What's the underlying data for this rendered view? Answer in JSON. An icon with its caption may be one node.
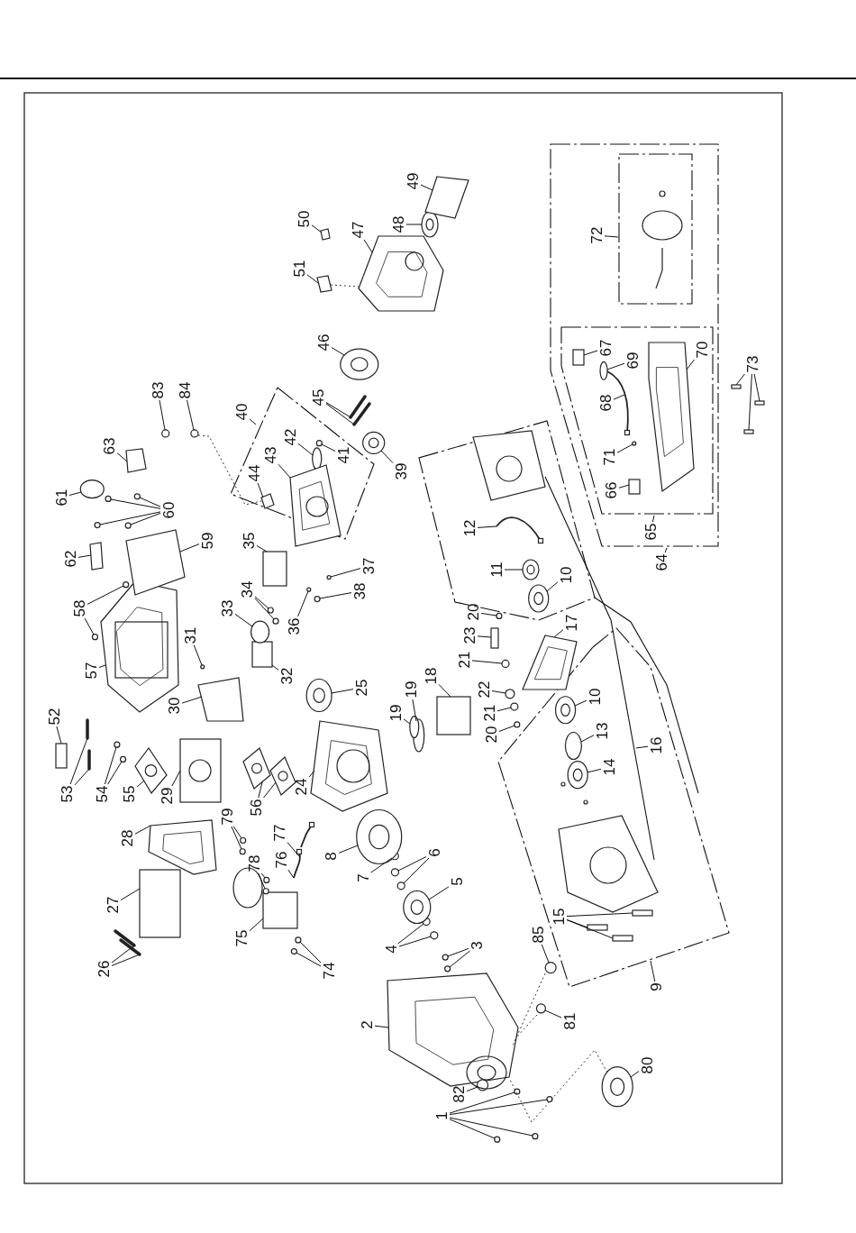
{
  "diagram": {
    "nodes": [
      {
        "text": [
          "1"
        ]
      },
      {
        "text": [
          "2"
        ]
      },
      {
        "text": [
          "3"
        ]
      },
      {
        "text": [
          "4"
        ]
      },
      {
        "text": [
          "5"
        ]
      },
      {
        "text": [
          "6"
        ]
      },
      {
        "text": [
          "7"
        ]
      },
      {
        "text": [
          "8"
        ]
      },
      {
        "text": [
          "9"
        ]
      },
      {
        "text": [
          "10"
        ]
      },
      {
        "text": [
          "10"
        ]
      },
      {
        "text": [
          "11"
        ]
      },
      {
        "text": [
          "12"
        ]
      },
      {
        "text": [
          "13"
        ]
      },
      {
        "text": [
          "14"
        ]
      },
      {
        "text": [
          "15"
        ]
      },
      {
        "text": [
          "16"
        ]
      },
      {
        "text": [
          "17"
        ]
      },
      {
        "text": [
          "18"
        ]
      },
      {
        "text": [
          "19"
        ]
      },
      {
        "text": [
          "19"
        ]
      },
      {
        "text": [
          "20"
        ]
      },
      {
        "text": [
          "20"
        ]
      },
      {
        "text": [
          "21"
        ]
      },
      {
        "text": [
          "21"
        ]
      },
      {
        "text": [
          "22"
        ]
      },
      {
        "text": [
          "23"
        ]
      },
      {
        "text": [
          "24"
        ]
      },
      {
        "text": [
          "25"
        ]
      },
      {
        "text": [
          "26"
        ]
      },
      {
        "text": [
          "27"
        ]
      },
      {
        "text": [
          "28"
        ]
      },
      {
        "text": [
          "29"
        ]
      },
      {
        "text": [
          "30"
        ]
      },
      {
        "text": [
          "31"
        ]
      },
      {
        "text": [
          "32"
        ]
      },
      {
        "text": [
          "33"
        ]
      },
      {
        "text": [
          "34"
        ]
      },
      {
        "text": [
          "35"
        ]
      },
      {
        "text": [
          "36"
        ]
      },
      {
        "text": [
          "37"
        ]
      },
      {
        "text": [
          "38"
        ]
      },
      {
        "text": [
          "39"
        ]
      },
      {
        "text": [
          "40"
        ]
      },
      {
        "text": [
          "41"
        ]
      },
      {
        "text": [
          "42"
        ]
      },
      {
        "text": [
          "43"
        ]
      },
      {
        "text": [
          "44"
        ]
      },
      {
        "text": [
          "45"
        ]
      },
      {
        "text": [
          "46"
        ]
      },
      {
        "text": [
          "47"
        ]
      },
      {
        "text": [
          "48"
        ]
      },
      {
        "text": [
          "49"
        ]
      },
      {
        "text": [
          "50"
        ]
      },
      {
        "text": [
          "51"
        ]
      },
      {
        "text": [
          "52"
        ]
      },
      {
        "text": [
          "53"
        ]
      },
      {
        "text": [
          "54"
        ]
      },
      {
        "text": [
          "55"
        ]
      },
      {
        "text": [
          "56"
        ]
      },
      {
        "text": [
          "57"
        ]
      },
      {
        "text": [
          "58"
        ]
      },
      {
        "text": [
          "59"
        ]
      },
      {
        "text": [
          "60"
        ]
      },
      {
        "text": [
          "61"
        ]
      },
      {
        "text": [
          "62"
        ]
      },
      {
        "text": [
          "63"
        ]
      },
      {
        "text": [
          "64"
        ]
      },
      {
        "text": [
          "65"
        ]
      },
      {
        "text": [
          "66"
        ]
      },
      {
        "text": [
          "67"
        ]
      },
      {
        "text": [
          "68"
        ]
      },
      {
        "text": [
          "69"
        ]
      },
      {
        "text": [
          "70"
        ]
      },
      {
        "text": [
          "71"
        ]
      },
      {
        "text": [
          "72"
        ]
      },
      {
        "text": [
          "73"
        ]
      },
      {
        "text": [
          "74"
        ]
      },
      {
        "text": [
          "75"
        ]
      },
      {
        "text": [
          "76"
        ]
      },
      {
        "text": [
          "77"
        ]
      },
      {
        "text": [
          "78"
        ]
      },
      {
        "text": [
          "79"
        ]
      },
      {
        "text": [
          "80"
        ]
      },
      {
        "text": [
          "81"
        ]
      },
      {
        "text": [
          "82"
        ]
      },
      {
        "text": [
          "83"
        ]
      },
      {
        "text": [
          "84"
        ]
      },
      {
        "text": [
          "85"
        ]
      },
      {
        "text": [],
        "shape": "circle"
      },
      {
        "text": [],
        "shape": "circle"
      },
      {
        "text": [],
        "shape": "circle"
      },
      {
        "text": [],
        "shape": "circle"
      },
      {
        "text": [],
        "shape": "picture"
      },
      {
        "text": [],
        "shape": "circle"
      },
      {
        "text": [],
        "shape": "circle"
      },
      {
        "text": [],
        "shape": "circle"
      },
      {
        "text": [],
        "shape": "circle"
      },
      {
        "text": [],
        "shape": "circle"
      },
      {
        "text": [],
        "shape": "circle"
      },
      {
        "text": [],
        "shape": "circle"
      },
      {
        "text": [],
        "shape": "circle"
      },
      {
        "text": [],
        "shape": "circle"
      },
      {
        "text": [],
        "shape": "circle"
      },
      {
        "text": [],
        "shape": "circle"
      },
      {
        "text": [],
        "shape": "circle"
      },
      {
        "text": [],
        "shape": "picture"
      },
      {
        "text": [],
        "shape": "circle"
      },
      {
        "text": [],
        "shape": "circle"
      },
      {
        "text": [],
        "shape": "box"
      },
      {
        "text": [],
        "shape": "box"
      },
      {
        "text": [],
        "shape": "box"
      },
      {
        "text": [],
        "shape": "picture"
      },
      {
        "text": [],
        "shape": "box"
      },
      {
        "text": [],
        "shape": "circle"
      },
      {
        "text": [],
        "shape": "circle"
      },
      {
        "text": [],
        "shape": "circle"
      },
      {
        "text": [],
        "shape": "circle"
      },
      {
        "text": [],
        "shape": "circle"
      },
      {
        "text": [],
        "shape": "circle"
      },
      {
        "text": [],
        "shape": "circle"
      },
      {
        "text": [],
        "shape": "box"
      },
      {
        "text": [],
        "shape": "picture"
      },
      {
        "text": [],
        "shape": "circle"
      },
      {
        "text": [],
        "shape": "bar"
      },
      {
        "text": [],
        "shape": "bar"
      },
      {
        "text": [],
        "shape": "box"
      },
      {
        "text": [],
        "shape": "picture"
      },
      {
        "text": [],
        "shape": "box"
      },
      {
        "text": [],
        "shape": "box"
      },
      {
        "text": [],
        "shape": "circle"
      },
      {
        "text": [],
        "shape": "box"
      },
      {
        "text": [],
        "shape": "circle"
      },
      {
        "text": [],
        "shape": "circle"
      },
      {
        "text": [],
        "shape": "circle"
      },
      {
        "text": [],
        "shape": "box"
      },
      {
        "text": [],
        "shape": "circle"
      },
      {
        "text": [],
        "shape": "circle"
      },
      {
        "text": [],
        "shape": "circle"
      },
      {
        "text": [],
        "shape": "circle"
      },
      {
        "text": [],
        "shape": "circle"
      },
      {
        "text": [],
        "shape": "circle"
      },
      {
        "text": [],
        "shape": "picture"
      },
      {
        "text": [],
        "shape": "box"
      },
      {
        "text": [],
        "shape": "bar"
      },
      {
        "text": [],
        "shape": "bar"
      },
      {
        "text": [],
        "shape": "circle"
      },
      {
        "text": [],
        "shape": "picture"
      },
      {
        "text": [],
        "shape": "circle"
      },
      {
        "text": [],
        "shape": "box"
      },
      {
        "text": [],
        "shape": "box"
      },
      {
        "text": [],
        "shape": "box"
      },
      {
        "text": [],
        "shape": "box"
      },
      {
        "text": [],
        "shape": "bar"
      },
      {
        "text": [],
        "shape": "bar"
      },
      {
        "text": [],
        "shape": "circle"
      },
      {
        "text": [],
        "shape": "circle"
      },
      {
        "text": [],
        "shape": "diamond"
      },
      {
        "text": [],
        "shape": "diamond"
      },
      {
        "text": [],
        "shape": "diamond"
      },
      {
        "text": [],
        "shape": "picture"
      },
      {
        "text": [],
        "shape": "circle"
      },
      {
        "text": [],
        "shape": "circle"
      },
      {
        "text": [],
        "shape": "box"
      },
      {
        "text": [],
        "shape": "circle"
      },
      {
        "text": [],
        "shape": "circle"
      },
      {
        "text": [],
        "shape": "circle"
      },
      {
        "text": [],
        "shape": "circle"
      },
      {
        "text": [],
        "shape": "circle"
      },
      {
        "text": [],
        "shape": "box"
      },
      {
        "text": [],
        "shape": "box"
      },
      {
        "text": [],
        "shape": "box"
      },
      {
        "text": [],
        "shape": "box"
      },
      {
        "text": [],
        "shape": "picture"
      },
      {
        "text": [],
        "shape": "circle"
      },
      {
        "text": [],
        "shape": "picture"
      },
      {
        "text": [],
        "shape": "circle"
      },
      {
        "text": [],
        "shape": "box"
      },
      {
        "text": [],
        "shape": "box"
      },
      {
        "text": [],
        "shape": "box"
      },
      {
        "text": [],
        "shape": "circle"
      },
      {
        "text": [],
        "shape": "circle"
      },
      {
        "text": [],
        "shape": "box"
      },
      {
        "text": [],
        "shape": "picture"
      },
      {
        "text": [],
        "shape": "picture"
      },
      {
        "text": [],
        "shape": "circle"
      },
      {
        "text": [],
        "shape": "circle"
      },
      {
        "text": [],
        "shape": "circle"
      },
      {
        "text": [],
        "shape": "circle"
      },
      {
        "text": [],
        "shape": "circle"
      },
      {
        "text": [],
        "shape": "circle"
      },
      {
        "text": [],
        "shape": "circle"
      },
      {
        "text": [],
        "shape": "circle"
      },
      {
        "text": [],
        "shape": "circle"
      },
      {
        "text": [],
        "shape": "circle"
      }
    ],
    "edges": [
      {
        "from": 0,
        "to": 89,
        "arrow": "none"
      },
      {
        "from": 0,
        "to": 90,
        "arrow": "none"
      },
      {
        "from": 0,
        "to": 91,
        "arrow": "none"
      },
      {
        "from": 0,
        "to": 92,
        "arrow": "none"
      },
      {
        "from": 1,
        "to": 93,
        "arrow": "none"
      },
      {
        "from": 2,
        "to": 94,
        "arrow": "none"
      },
      {
        "from": 2,
        "to": 95,
        "arrow": "none"
      },
      {
        "from": 3,
        "to": 96,
        "arrow": "none"
      },
      {
        "from": 3,
        "to": 97,
        "arrow": "none"
      },
      {
        "from": 4,
        "to": 98,
        "arrow": "none"
      },
      {
        "from": 5,
        "to": 99,
        "arrow": "none"
      },
      {
        "from": 5,
        "to": 100,
        "arrow": "none"
      },
      {
        "from": 6,
        "to": 101,
        "arrow": "none"
      },
      {
        "from": 7,
        "to": 102,
        "arrow": "none"
      },
      {
        "from": 8,
        "to": null,
        "arrow": "none"
      },
      {
        "from": 9,
        "to": 103,
        "arrow": "none"
      },
      {
        "from": 10,
        "to": 104,
        "arrow": "none"
      },
      {
        "from": 11,
        "to": 105,
        "arrow": "none"
      },
      {
        "from": 12,
        "to": 106,
        "arrow": "none"
      },
      {
        "from": 13,
        "to": 107,
        "arrow": "none"
      },
      {
        "from": 14,
        "to": 108,
        "arrow": "none"
      },
      {
        "from": 15,
        "to": 109,
        "arrow": "none"
      },
      {
        "from": 15,
        "to": 110,
        "arrow": "none"
      },
      {
        "from": 15,
        "to": 111,
        "arrow": "none"
      },
      {
        "from": 16,
        "to": null,
        "arrow": "none"
      },
      {
        "from": 17,
        "to": 112,
        "arrow": "none"
      },
      {
        "from": 18,
        "to": 113,
        "arrow": "none"
      },
      {
        "from": 19,
        "to": 114,
        "arrow": "none"
      },
      {
        "from": 20,
        "to": 115,
        "arrow": "none"
      },
      {
        "from": 21,
        "to": 116,
        "arrow": "none"
      },
      {
        "from": 22,
        "to": 117,
        "arrow": "none"
      },
      {
        "from": 23,
        "to": 118,
        "arrow": "none"
      },
      {
        "from": 24,
        "to": 119,
        "arrow": "none"
      },
      {
        "from": 25,
        "to": 120,
        "arrow": "none"
      },
      {
        "from": 26,
        "to": 121,
        "arrow": "none"
      },
      {
        "from": 27,
        "to": 122,
        "arrow": "none"
      },
      {
        "from": 28,
        "to": 123,
        "arrow": "none"
      },
      {
        "from": 29,
        "to": 124,
        "arrow": "none"
      },
      {
        "from": 29,
        "to": 125,
        "arrow": "none"
      },
      {
        "from": 30,
        "to": 126,
        "arrow": "none"
      },
      {
        "from": 31,
        "to": 127,
        "arrow": "none"
      },
      {
        "from": 32,
        "to": 128,
        "arrow": "none"
      },
      {
        "from": 33,
        "to": 129,
        "arrow": "none"
      },
      {
        "from": 34,
        "to": 130,
        "arrow": "none"
      },
      {
        "from": 35,
        "to": 131,
        "arrow": "none"
      },
      {
        "from": 36,
        "to": 132,
        "arrow": "none"
      },
      {
        "from": 37,
        "to": 133,
        "arrow": "none"
      },
      {
        "from": 37,
        "to": 134,
        "arrow": "none"
      },
      {
        "from": 38,
        "to": 135,
        "arrow": "none"
      },
      {
        "from": 39,
        "to": 136,
        "arrow": "none"
      },
      {
        "from": 40,
        "to": 137,
        "arrow": "none"
      },
      {
        "from": 41,
        "to": 138,
        "arrow": "none"
      },
      {
        "from": 42,
        "to": 139,
        "arrow": "none"
      },
      {
        "from": 43,
        "to": null,
        "arrow": "none"
      },
      {
        "from": 44,
        "to": 140,
        "arrow": "none"
      },
      {
        "from": 45,
        "to": 141,
        "arrow": "none"
      },
      {
        "from": 46,
        "to": 142,
        "arrow": "none"
      },
      {
        "from": 47,
        "to": 143,
        "arrow": "none"
      },
      {
        "from": 48,
        "to": 144,
        "arrow": "none"
      },
      {
        "from": 48,
        "to": 145,
        "arrow": "none"
      },
      {
        "from": 49,
        "to": 146,
        "arrow": "none"
      },
      {
        "from": 50,
        "to": 147,
        "arrow": "none"
      },
      {
        "from": 51,
        "to": 148,
        "arrow": "none"
      },
      {
        "from": 52,
        "to": 149,
        "arrow": "none"
      },
      {
        "from": 53,
        "to": 150,
        "arrow": "none"
      },
      {
        "from": 54,
        "to": 151,
        "arrow": "none"
      },
      {
        "from": 55,
        "to": 152,
        "arrow": "none"
      },
      {
        "from": 56,
        "to": 153,
        "arrow": "none"
      },
      {
        "from": 56,
        "to": 154,
        "arrow": "none"
      },
      {
        "from": 57,
        "to": 155,
        "arrow": "none"
      },
      {
        "from": 57,
        "to": 156,
        "arrow": "none"
      },
      {
        "from": 58,
        "to": 157,
        "arrow": "none"
      },
      {
        "from": 59,
        "to": 158,
        "arrow": "none"
      },
      {
        "from": 59,
        "to": 159,
        "arrow": "none"
      },
      {
        "from": 60,
        "to": 160,
        "arrow": "none"
      },
      {
        "from": 61,
        "to": 161,
        "arrow": "none"
      },
      {
        "from": 61,
        "to": 162,
        "arrow": "none"
      },
      {
        "from": 62,
        "to": 163,
        "arrow": "none"
      },
      {
        "from": 63,
        "to": 164,
        "arrow": "none"
      },
      {
        "from": 63,
        "to": 165,
        "arrow": "none"
      },
      {
        "from": 63,
        "to": 166,
        "arrow": "none"
      },
      {
        "from": 63,
        "to": 167,
        "arrow": "none"
      },
      {
        "from": 64,
        "to": 168,
        "arrow": "none"
      },
      {
        "from": 65,
        "to": 169,
        "arrow": "none"
      },
      {
        "from": 66,
        "to": 170,
        "arrow": "none"
      },
      {
        "from": 67,
        "to": null,
        "arrow": "none"
      },
      {
        "from": 68,
        "to": null,
        "arrow": "none"
      },
      {
        "from": 69,
        "to": 171,
        "arrow": "none"
      },
      {
        "from": 70,
        "to": 172,
        "arrow": "none"
      },
      {
        "from": 71,
        "to": 173,
        "arrow": "none"
      },
      {
        "from": 72,
        "to": 174,
        "arrow": "none"
      },
      {
        "from": 73,
        "to": 175,
        "arrow": "none"
      },
      {
        "from": 74,
        "to": 176,
        "arrow": "none"
      },
      {
        "from": 75,
        "to": null,
        "arrow": "none"
      },
      {
        "from": 76,
        "to": 177,
        "arrow": "none"
      },
      {
        "from": 76,
        "to": 178,
        "arrow": "none"
      },
      {
        "from": 76,
        "to": 179,
        "arrow": "none"
      },
      {
        "from": 77,
        "to": 180,
        "arrow": "none"
      },
      {
        "from": 77,
        "to": 181,
        "arrow": "none"
      },
      {
        "from": 78,
        "to": 182,
        "arrow": "none"
      },
      {
        "from": 79,
        "to": 183,
        "arrow": "none"
      },
      {
        "from": 80,
        "to": 184,
        "arrow": "none"
      },
      {
        "from": 81,
        "to": 185,
        "arrow": "none"
      },
      {
        "from": 81,
        "to": 186,
        "arrow": "none"
      },
      {
        "from": 82,
        "to": 187,
        "arrow": "none"
      },
      {
        "from": 82,
        "to": 188,
        "arrow": "none"
      },
      {
        "from": 83,
        "to": 189,
        "arrow": "none"
      },
      {
        "from": 84,
        "to": 190,
        "arrow": "none"
      },
      {
        "from": 85,
        "to": 191,
        "arrow": "none"
      },
      {
        "from": 86,
        "to": 192,
        "arrow": "none"
      },
      {
        "from": 87,
        "to": 193,
        "arrow": "none"
      },
      {
        "from": 88,
        "to": 194,
        "arrow": "none"
      },
      {
        "from": 193,
        "to": 143,
        "arrow": "none",
        "style": "dashed"
      },
      {
        "from": 151,
        "to": 147,
        "arrow": "none",
        "style": "dashed"
      },
      {
        "from": 194,
        "to": 93,
        "arrow": "none",
        "style": "dashed"
      },
      {
        "from": 190,
        "to": 93,
        "arrow": "none",
        "style": "dashed"
      },
      {
        "from": 189,
        "to": 93,
        "arrow": "none",
        "style": "dashed"
      }
    ]
  }
}
